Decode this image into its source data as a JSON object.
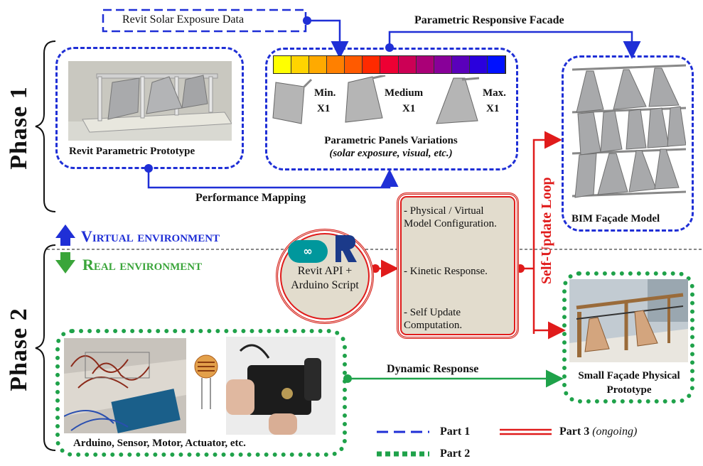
{
  "phases": {
    "phase1": "Phase 1",
    "phase2": "Phase 2"
  },
  "labels": {
    "solar_data": "Revit Solar Exposure Data",
    "responsive_facade": "Parametric Responsive Facade",
    "revit_prototype": "Revit Parametric Prototype",
    "panels_title": "Parametric Panels Variations",
    "panels_sub": "(solar exposure, visual, etc.)",
    "min": "Min.",
    "medium": "Medium",
    "max": "Max.",
    "x1_a": "X1",
    "x1_b": "X1",
    "x1_c": "X1",
    "performance_mapping": "Performance Mapping",
    "bim_model": "BIM Façade Model",
    "self_update": "Self-Update Loop",
    "virtual_env": "Virtual environment",
    "real_env": "Real environment",
    "api_script": "Revit API + Arduino Script",
    "dynamic_response": "Dynamic Response",
    "small_prototype": "Small Façade Physical Prototype",
    "arduino_caption": "Arduino,  Sensor, Motor, Actuator, etc."
  },
  "process_box": {
    "item1": "- Physical / Virtual Model Configuration.",
    "item2": "- Kinetic Response.",
    "item3": "- Self Update Computation."
  },
  "legend": {
    "part1": "Part 1",
    "part2": "Part 2",
    "part3": "Part 3",
    "part3_note": "(ongoing)"
  },
  "colors": {
    "part1_blue": "#1f2fd6",
    "part2_green": "#1fa24a",
    "part3_red": "#e01b1b",
    "process_fill": "#e2dccd"
  },
  "solar_scale_colors": [
    "#ffff00",
    "#ffd400",
    "#ffaa00",
    "#ff8000",
    "#ff5a00",
    "#ff2a00",
    "#ee0033",
    "#cc0055",
    "#aa0077",
    "#880099",
    "#5a00bb",
    "#2a00dd",
    "#0011ff"
  ]
}
